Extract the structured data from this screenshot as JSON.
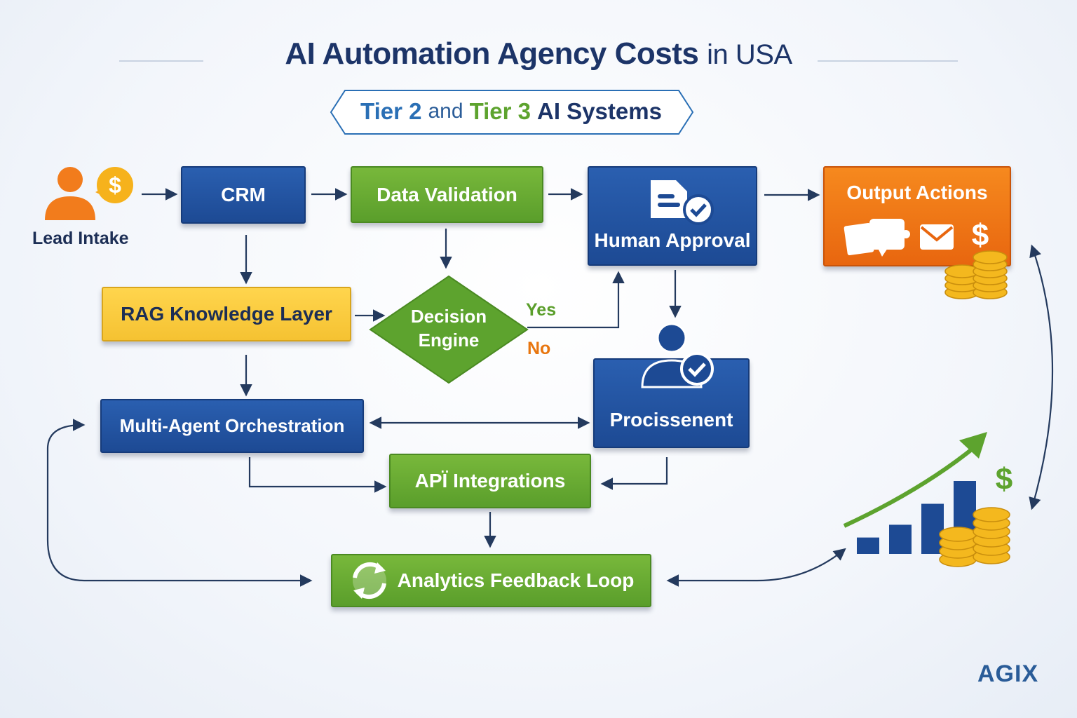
{
  "title": {
    "main": "AI Automation Agency Costs",
    "suffix": "in USA"
  },
  "subtitle": {
    "tier2": "Tier 2",
    "and": "and",
    "tier3": "Tier 3",
    "rest": "AI Systems"
  },
  "nodes": {
    "lead_intake": "Lead Intake",
    "crm": "CRM",
    "data_validation": "Data Validation",
    "human_approval": "Human Approval",
    "output_actions": "Output Actions",
    "rag": "RAG Knowledge Layer",
    "decision_line1": "Decision",
    "decision_line2": "Engine",
    "yes": "Yes",
    "no": "No",
    "multi_agent": "Multi-Agent Orchestration",
    "procisenent": "Procissenent",
    "api": "APÏ Integrations",
    "analytics": "Analytics Feedback Loop"
  },
  "icons": {
    "lead": "person-dollar-icon",
    "approval": "document-check-icon",
    "person_check": "person-check-icon",
    "output": [
      "chat-icon",
      "mail-icon",
      "dollar-icon"
    ],
    "coins": "coin-stack-icon",
    "growth": "growth-chart-icon",
    "refresh": "refresh-icon"
  },
  "growth_chart": {
    "bars": [
      0.18,
      0.32,
      0.55,
      0.8
    ],
    "symbol": "$"
  },
  "brand": "AGIX",
  "colors": {
    "navy": "#1c3468",
    "blue": "#1d4a94",
    "green": "#5a9e2b",
    "yellow": "#f5c232",
    "orange": "#e8660f",
    "yes": "#5a9e2b",
    "no": "#e8760f"
  }
}
